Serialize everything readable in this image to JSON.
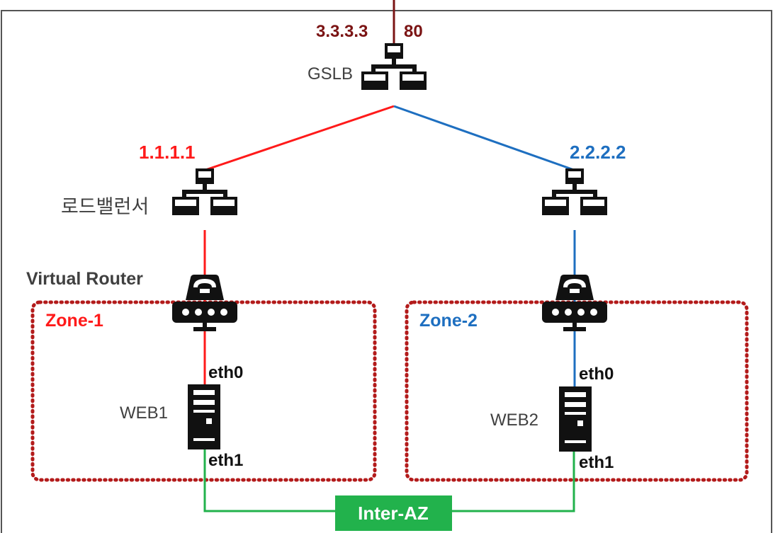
{
  "colors": {
    "zone1": "#ff1a1a",
    "zone2": "#1e6fc0",
    "gslb_ip": "#7b1414",
    "inter_az": "#22b24c",
    "zone_border": "#b31b1b",
    "device": "#111111",
    "text_gray": "#404040",
    "frame": "#555555"
  },
  "gslb": {
    "ip": "3.3.3.3",
    "port": "80",
    "label": "GSLB",
    "icon": "network-switch-icon"
  },
  "lb1": {
    "ip": "1.1.1.1",
    "label": "로드밸런서",
    "icon": "network-switch-icon"
  },
  "lb2": {
    "ip": "2.2.2.2",
    "icon": "network-switch-icon"
  },
  "virtual_router": {
    "label": "Virtual Router",
    "icon": "router-icon"
  },
  "zone1": {
    "label": "Zone-1",
    "server": {
      "label": "WEB1",
      "nic_top": "eth0",
      "nic_bottom": "eth1",
      "icon": "server-tower-icon"
    }
  },
  "zone2": {
    "label": "Zone-2",
    "server": {
      "label": "WEB2",
      "nic_top": "eth0",
      "nic_bottom": "eth1",
      "icon": "server-tower-icon"
    }
  },
  "inter_az": {
    "label": "Inter-AZ"
  }
}
